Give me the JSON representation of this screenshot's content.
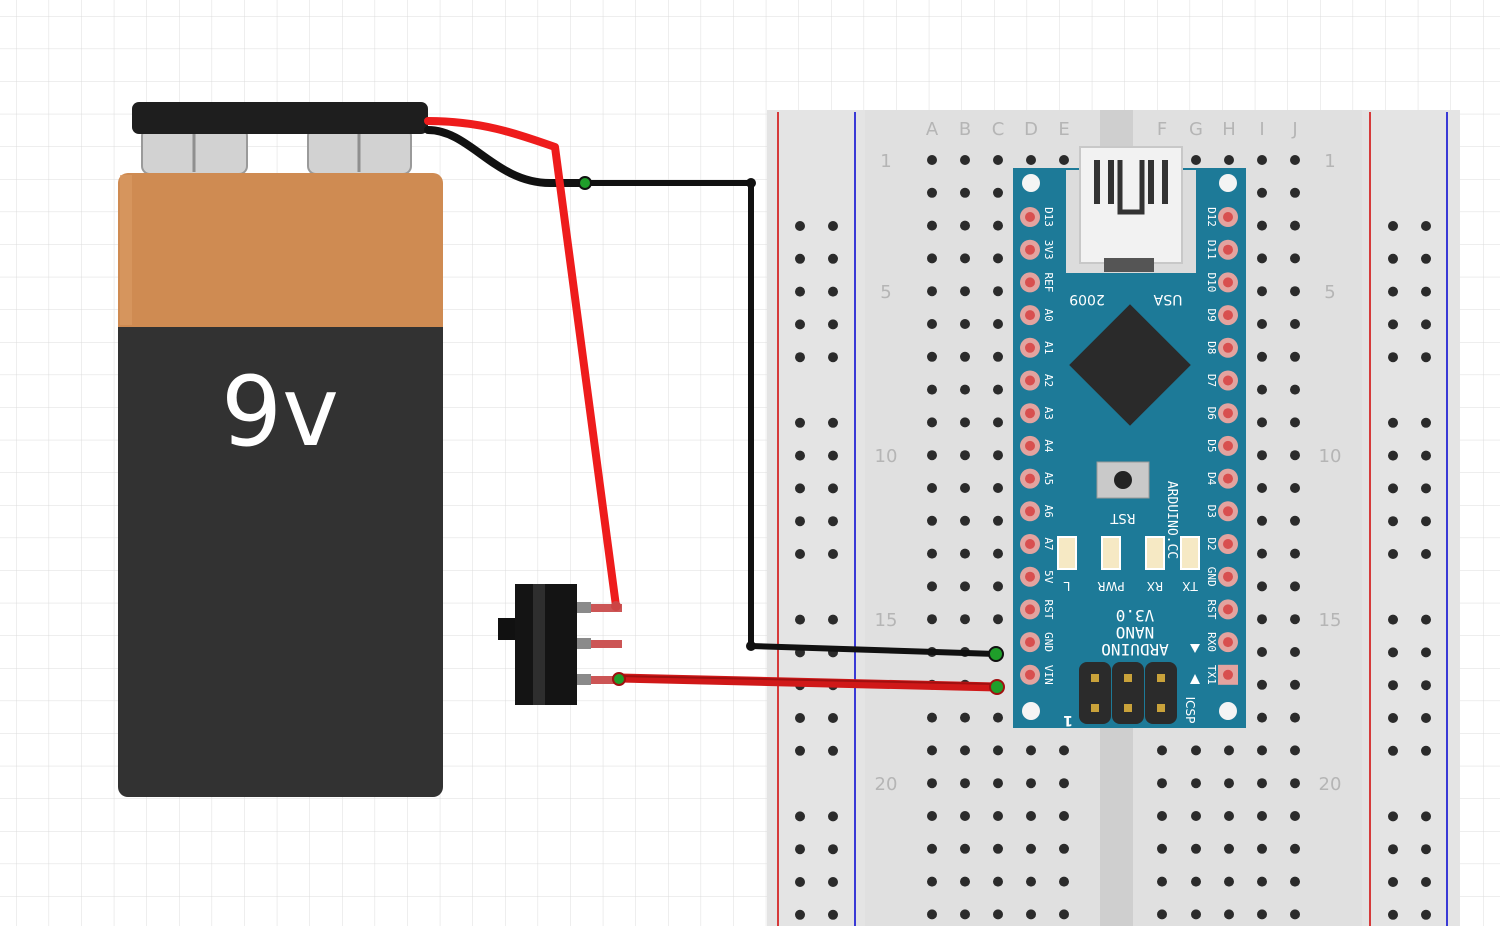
{
  "battery": {
    "label": "9v"
  },
  "breadboard": {
    "column_labels": [
      "A",
      "B",
      "C",
      "D",
      "E",
      "F",
      "G",
      "H",
      "I",
      "J"
    ],
    "row_labels": [
      "1",
      "5",
      "10",
      "15",
      "20"
    ]
  },
  "arduino": {
    "left_pins": [
      "D13",
      "3V3",
      "REF",
      "A0",
      "A1",
      "A2",
      "A3",
      "A4",
      "A5",
      "A6",
      "A7",
      "5V",
      "RST",
      "GND",
      "VIN"
    ],
    "right_pins": [
      "D12",
      "D11",
      "D10",
      "D9",
      "D8",
      "D7",
      "D6",
      "D5",
      "D4",
      "D3",
      "D2",
      "GND",
      "RST",
      "RX0",
      "TX1"
    ],
    "year_label": "2009",
    "country_label": "USA",
    "rst_label": "RST",
    "brand_label": "ARDUINO.CC",
    "led_labels": [
      "L",
      "PWR",
      "RX",
      "TX"
    ],
    "title_lines": [
      "ARDUINO",
      "NANO",
      "V3.0"
    ],
    "icsp_label": "ICSP",
    "pin1_label": "1"
  },
  "colors": {
    "red_wire": "#e8201f",
    "black_wire": "#111111",
    "board_blue": "#1d7a98",
    "battery_orange": "#cf8b52",
    "battery_body": "#323232"
  }
}
